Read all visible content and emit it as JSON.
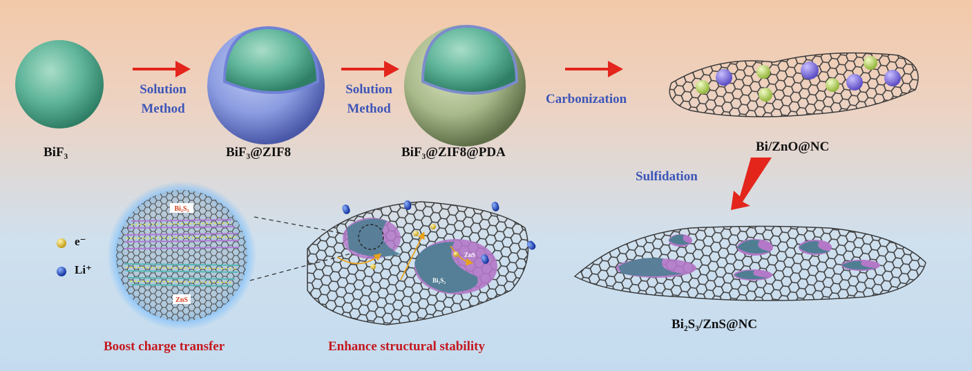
{
  "materials": {
    "bif3": "BiF₃",
    "bif3_zif8": "BiF₃@ZIF8",
    "bif3_zif8_pda": "BiF₃@ZIF8@PDA",
    "bi_zno_nc": "Bi/ZnO@NC",
    "bi2s3_zns_nc": "Bi₂S₃/ZnS@NC"
  },
  "steps": {
    "solution_method_1": "Solution\nMethod",
    "solution_method_2": "Solution\nMethod",
    "carbonization": "Carbonization",
    "sulfidation": "Sulfidation"
  },
  "legend": {
    "electron": "e⁻",
    "lithium": "Li⁺"
  },
  "annotations": {
    "sphere_top": "Bi₂S₃",
    "sphere_bottom": "ZnS",
    "sheet_bi2s3": "Bi₂S₃",
    "sheet_zns": "ZnS"
  },
  "captions": {
    "boost": "Boost charge transfer",
    "enhance": "Enhance structural stability"
  },
  "colors": {
    "step_text": "#3d55b8",
    "caption_text": "#c4181e",
    "arrow": "#e3251c",
    "bif3_core": "#5fb59a",
    "zif8_shell": "#8a9be0",
    "pda_shell": "#a8b98a",
    "bi_sphere": "#8a7be8",
    "zno_sphere": "#c8e07a",
    "bi2s3_patch": "#4f7e93",
    "zns_patch": "#b478c8"
  }
}
